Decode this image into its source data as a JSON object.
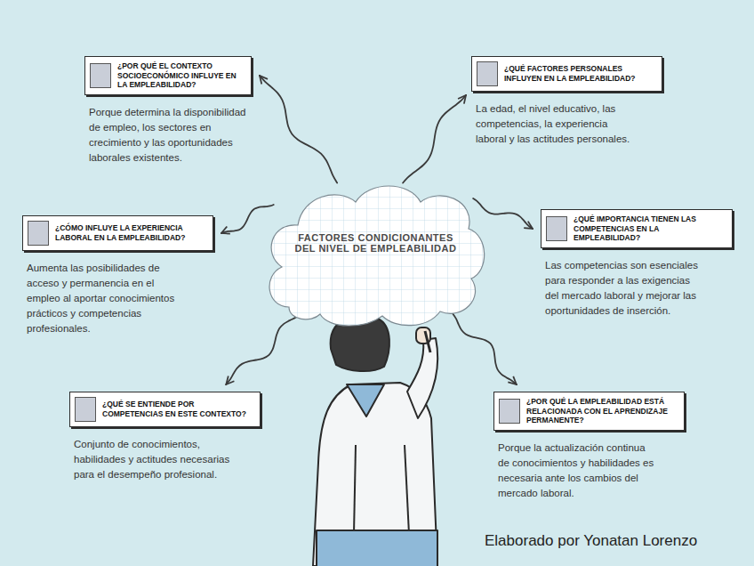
{
  "diagram": {
    "nodes": [
      {
        "text": [
          "¿POR QUÉ EL CONTEXTO SOCIOECONÓMICO INFLUYE EN LA EMPLEABILIDAD?",
          "Porque determina la disponibilidad de empleo, los sectores en crecimiento y las oportunidades laborales existentes."
        ]
      },
      {
        "text": [
          "¿QUÉ FACTORES PERSONALES INFLUYEN EN LA EMPLEABILIDAD?",
          "La edad, el nivel educativo, las competencias, la experiencia laboral y las actitudes personales."
        ]
      },
      {
        "text": [
          "¿CÓMO INFLUYE LA EXPERIENCIA LABORAL EN LA EMPLEABILIDAD?",
          "Aumenta las posibilidades de acceso y permanencia en el empleo al aportar conocimientos prácticos y competencias profesionales."
        ]
      },
      {
        "text": [
          "FACTORES CONDICIONANTES DEL NIVEL DE EMPLEABILIDAD"
        ]
      },
      {
        "text": [
          "¿QUÉ IMPORTANCIA TIENEN LAS COMPETENCIAS EN LA EMPLEABILIDAD?",
          "Las competencias son esenciales para responder a las exigencias del mercado laboral y mejorar las oportunidades de inserción."
        ]
      },
      {
        "text": [
          "¿QUÉ SE ENTIENDE POR COMPETENCIAS EN ESTE CONTEXTO?",
          "Conjunto de conocimientos, habilidades y actitudes necesarias para el desempeño profesional."
        ]
      },
      {
        "text": [
          "¿POR QUÉ LA EMPLEABILIDAD ESTÁ RELACIONADA CON EL APRENDIZAJE PERMANENTE?",
          "Porque la actualización continua de conocimientos y habilidades es necesaria ante los cambios del mercado laboral."
        ]
      }
    ],
    "edges": [
      {
        "from": 3,
        "to": 0,
        "arrow": "to"
      },
      {
        "from": 3,
        "to": 1,
        "arrow": "to"
      },
      {
        "from": 3,
        "to": 2,
        "arrow": "to"
      },
      {
        "from": 3,
        "to": 4,
        "arrow": "to"
      },
      {
        "from": 3,
        "to": 5,
        "arrow": "to"
      },
      {
        "from": 3,
        "to": 6,
        "arrow": "to"
      }
    ],
    "labels": [
      "Elaborado por Yonatan Lorenzo"
    ]
  }
}
